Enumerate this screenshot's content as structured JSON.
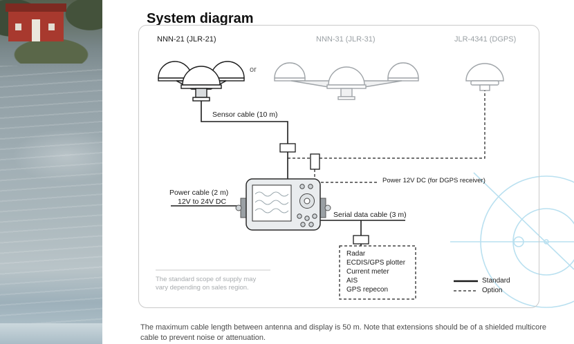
{
  "page": {
    "title": "System diagram",
    "footer": "The maximum cable length between antenna and display is 50 m. Note that extensions should be of a shielded multicore cable to prevent noise or attenuation."
  },
  "diagram": {
    "antenna1_label": "NNN-21 (JLR-21)",
    "antenna2_label": "NNN-31 (JLR-31)",
    "antenna3_label": "JLR-4341 (DGPS)",
    "or_label": "or",
    "sensor_cable_label": "Sensor cable (10 m)",
    "power_cable_label_line1": "Power cable (2 m)",
    "power_cable_label_line2": "12V to 24V DC",
    "dgps_power_label": "Power 12V DC (for DGPS receiver)",
    "serial_cable_label": "Serial data cable (3 m)",
    "connected_devices": [
      "Radar",
      "ECDIS/GPS plotter",
      "Current meter",
      "AIS",
      "GPS repecon"
    ],
    "note_line1": "The standard scope of supply may",
    "note_line2": "vary depending on sales region.",
    "legend": {
      "standard": "Standard",
      "option": "Option"
    }
  },
  "colors": {
    "line": "#1a1a1a",
    "muted_text": "#9aa0a4",
    "decoration_blue": "#b9e0f0"
  }
}
